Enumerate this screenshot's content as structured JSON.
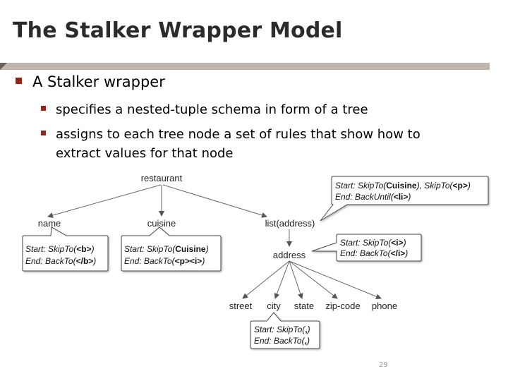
{
  "slide": {
    "title": "The Stalker Wrapper Model",
    "bullet_main": "A Stalker wrapper",
    "sub_bullets": [
      "specifies a nested-tuple schema in form of a tree",
      "assigns to each tree node a set of rules that show how to",
      "extract values for that node"
    ],
    "page_number": "29"
  },
  "tree": {
    "nodes": {
      "restaurant": "restaurant",
      "name": "name",
      "cuisine": "cuisine",
      "list": "list(address)",
      "address": "address",
      "street": "street",
      "city": "city",
      "state": "state",
      "zip": "zip-code",
      "phone": "phone"
    },
    "rules": {
      "name": {
        "start": [
          "Start: SkipTo(",
          "<b>",
          ")"
        ],
        "end": [
          "End: BackTo(",
          "</b>",
          ")"
        ]
      },
      "cuisine": {
        "start": [
          "Start: SkipTo(",
          "Cuisine",
          ")"
        ],
        "end": [
          "End: BackTo(",
          "<p><i>",
          ")"
        ]
      },
      "list": {
        "start": [
          "Start: SkipTo(",
          "Cuisine",
          "), SkipTo(",
          "<p>",
          ")"
        ],
        "end": [
          "End: BackUntil(",
          "<li>",
          ")"
        ]
      },
      "address": {
        "start": [
          "Start: SkipTo(",
          "<i>",
          ")"
        ],
        "end": [
          "End: BackTo(",
          "</i>",
          ")"
        ]
      },
      "city": {
        "start": [
          "Start: SkipTo(",
          ",",
          ")"
        ],
        "end": [
          "End: BackTo(",
          ",",
          ")"
        ]
      }
    }
  }
}
